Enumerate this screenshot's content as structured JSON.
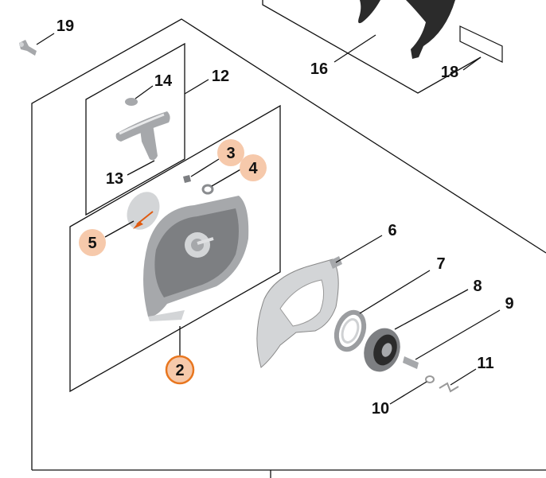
{
  "callouts": [
    {
      "id": "2",
      "label": "2",
      "state": "selected"
    },
    {
      "id": "3",
      "label": "3",
      "state": "highlighted"
    },
    {
      "id": "4",
      "label": "4",
      "state": "highlighted"
    },
    {
      "id": "5",
      "label": "5",
      "state": "highlighted"
    },
    {
      "id": "6",
      "label": "6",
      "state": "normal"
    },
    {
      "id": "7",
      "label": "7",
      "state": "normal"
    },
    {
      "id": "8",
      "label": "8",
      "state": "normal"
    },
    {
      "id": "9",
      "label": "9",
      "state": "normal"
    },
    {
      "id": "10",
      "label": "10",
      "state": "normal"
    },
    {
      "id": "11",
      "label": "11",
      "state": "normal"
    },
    {
      "id": "12",
      "label": "12",
      "state": "normal"
    },
    {
      "id": "13",
      "label": "13",
      "state": "normal"
    },
    {
      "id": "14",
      "label": "14",
      "state": "normal"
    },
    {
      "id": "16",
      "label": "16",
      "state": "normal"
    },
    {
      "id": "18",
      "label": "18",
      "state": "normal"
    },
    {
      "id": "19",
      "label": "19",
      "state": "normal"
    }
  ],
  "colors": {
    "highlight_fill": "#f6c9ab",
    "selected_ring": "#e8761f",
    "line": "#111111",
    "part_metal": "#a6a8ab",
    "part_accent": "#e05a10"
  }
}
